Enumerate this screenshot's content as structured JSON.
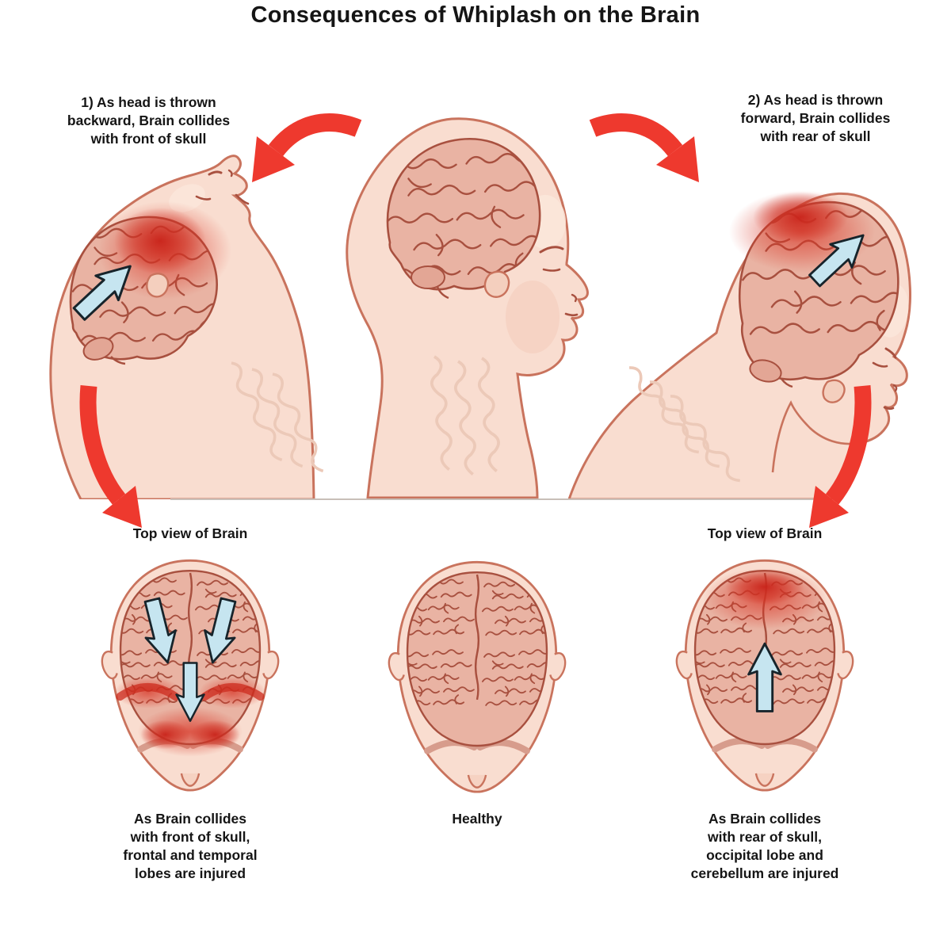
{
  "title": "Consequences of Whiplash on the Brain",
  "annotations": {
    "backward": "1) As head is thrown\nbackward, Brain collides\nwith front of skull",
    "forward": "2) As head is thrown\nforward, Brain collides\nwith rear of skull"
  },
  "top_views": {
    "left_label": "Top view of Brain",
    "right_label": "Top view of Brain"
  },
  "captions": {
    "left": "As Brain collides\nwith front of skull,\nfrontal and temporal\nlobes are injured",
    "center": "Healthy",
    "right": "As Brain collides\nwith rear of skull,\noccipital lobe and\ncerebellum are injured"
  },
  "colors": {
    "skin": "#f9ddd0",
    "skin_outline": "#c9735d",
    "skin_shade": "#f4cab8",
    "skin_highlight": "#fbe7db",
    "brain": "#e9b3a3",
    "brain_line": "#a8503f",
    "injury_red": "#cf2f22",
    "arrow_red": "#ee392e",
    "arrow_blue": "#c6e5f0",
    "spine": "#ecc9b8",
    "text": "#151515"
  }
}
